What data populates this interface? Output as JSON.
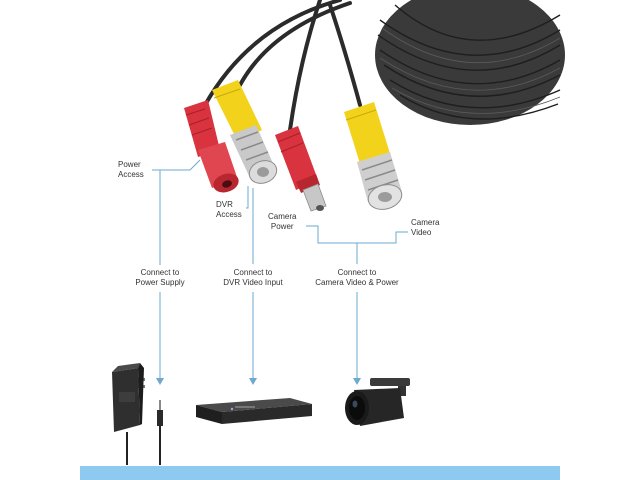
{
  "labels": {
    "power_access": [
      "Power",
      "Access"
    ],
    "dvr_access": [
      "DVR",
      "Access"
    ],
    "camera_power": [
      "Camera",
      "Power"
    ],
    "camera_video": [
      "Camera",
      "Video"
    ],
    "connect_power": [
      "Connect to",
      "Power Supply"
    ],
    "connect_dvr": [
      "Connect to",
      "DVR Video Input"
    ],
    "connect_camera": [
      "Connect to",
      "Camera Video & Power"
    ]
  },
  "colors": {
    "cable": "#2b2b2b",
    "red_plug": "#d8333e",
    "yellow_plug": "#f3d21b",
    "leader_line": "#6ea8cf",
    "bottom_bar": "#8ecaf0"
  },
  "icons": [
    "power-adapter-icon",
    "dvr-recorder-icon",
    "security-camera-icon"
  ]
}
